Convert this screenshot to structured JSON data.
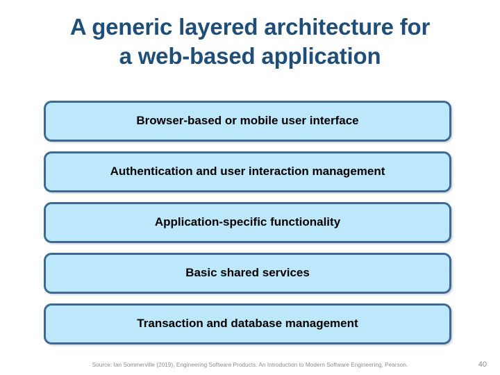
{
  "slide": {
    "title_lines": [
      "A generic layered architecture for",
      "a web-based application"
    ],
    "title_color": "#1F4E79",
    "background_color": "#FFFFFF"
  },
  "diagram": {
    "type": "layered-stack",
    "box_fill_color": "#BDE7FB",
    "box_border_color": "#3D6A94",
    "box_text_color": "#000000",
    "layers": [
      {
        "label": "Browser-based or mobile user interface"
      },
      {
        "label": "Authentication and user interaction management"
      },
      {
        "label": "Application-specific functionality"
      },
      {
        "label": "Basic shared services"
      },
      {
        "label": "Transaction and database management"
      }
    ]
  },
  "footer": {
    "source": "Source: Ian Sommerville (2019), Engineering Software Products: An Introduction to Modern Software Engineering, Pearson.",
    "page_number": "40",
    "text_color": "#8C8C8C"
  }
}
